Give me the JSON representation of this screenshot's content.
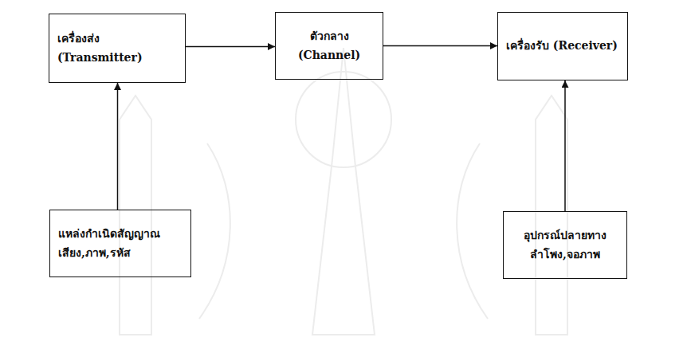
{
  "diagram": {
    "nodes": [
      {
        "text": [
          "เครื่องส่ง (Transmitter)"
        ]
      },
      {
        "text": [
          "ตัวกลาง (Channel)"
        ]
      },
      {
        "text": [
          "เครื่องรับ (Receiver)"
        ]
      },
      {
        "text": [
          "แหล่งกำเนิดสัญญาณ เสียง,ภาพ,รหัส"
        ]
      },
      {
        "text": [
          "อุปกรณ์ปลายทาง ลำโพง,จอภาพ"
        ]
      }
    ],
    "edges": [
      {
        "from": 0,
        "to": 1,
        "arrow": "to"
      },
      {
        "from": 1,
        "to": 2,
        "arrow": "to"
      },
      {
        "from": 3,
        "to": 0,
        "arrow": "to"
      },
      {
        "from": 4,
        "to": 2,
        "arrow": "to"
      }
    ]
  }
}
